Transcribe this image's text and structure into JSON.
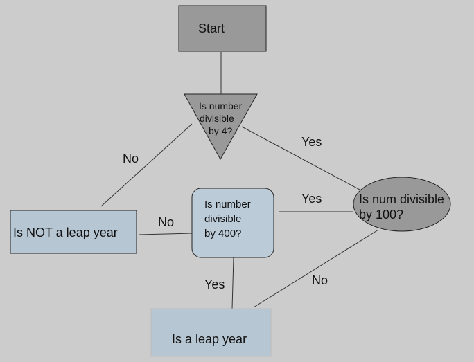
{
  "nodes": {
    "start": "Start",
    "div4": [
      "Is number",
      "divisible",
      "by 4?"
    ],
    "div100": [
      "Is num divisible",
      "by 100?"
    ],
    "div400": [
      "Is number",
      "divisible",
      "by 400?"
    ],
    "not_leap": "Is NOT a leap year",
    "leap": "Is a leap year"
  },
  "edges": {
    "div4_no": "No",
    "div4_yes": "Yes",
    "div100_yes": "Yes",
    "div100_no": "No",
    "div400_no": "No",
    "div400_yes": "Yes"
  },
  "colors": {
    "background": "#cccccc",
    "start_fill": "#999999",
    "decision_fill": "#999999",
    "box_fill": "#b7c6d3",
    "div400_fill": "#bccbd8"
  }
}
